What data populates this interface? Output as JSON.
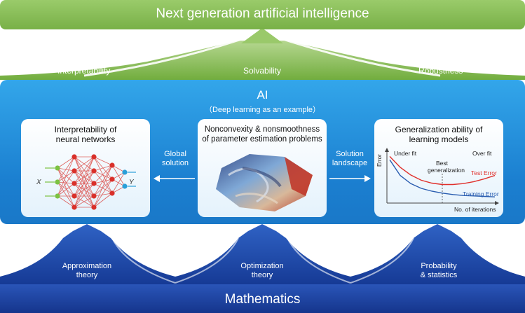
{
  "header": {
    "title": "Next generation artificial intelligence"
  },
  "footer": {
    "title": "Mathematics"
  },
  "top_labels": [
    "Interpretability",
    "Solvability",
    "Robustness"
  ],
  "ai_panel": {
    "title": "AI",
    "subtitle": "（Deep learning as an example）"
  },
  "cards": {
    "left": {
      "title": "Interpretability of\nneural networks",
      "input_label": "X",
      "output_label": "Y"
    },
    "middle": {
      "title": "Nonconvexity & nonsmoothness\nof parameter estimation problems"
    },
    "right": {
      "title": "Generalization ability of\nlearning models"
    }
  },
  "arrows": {
    "left": {
      "label": "Global\nsolution"
    },
    "right": {
      "label": "Solution\nlandscape"
    }
  },
  "chart_data": {
    "type": "line",
    "xlabel": "No. of iterations",
    "ylabel": "Error",
    "annotations": [
      "Under fit",
      "Over fit",
      "Best\ngeneralization"
    ],
    "series": [
      {
        "name": "Test Error",
        "values": [
          0.95,
          0.72,
          0.56,
          0.45,
          0.39,
          0.36,
          0.36,
          0.38,
          0.42,
          0.48,
          0.55
        ]
      },
      {
        "name": "Training Error",
        "values": [
          0.88,
          0.55,
          0.38,
          0.28,
          0.22,
          0.18,
          0.15,
          0.13,
          0.12,
          0.11,
          0.1
        ]
      }
    ],
    "colors": {
      "test": "#e0302c",
      "train": "#2a5db0"
    }
  },
  "bottom_labels": [
    "Approximation\ntheory",
    "Optimization\ntheory",
    "Probability\n& statistics"
  ],
  "colors": {
    "green": "#86bd55",
    "blue": "#1e88d8",
    "navy": "#1a3c97"
  }
}
